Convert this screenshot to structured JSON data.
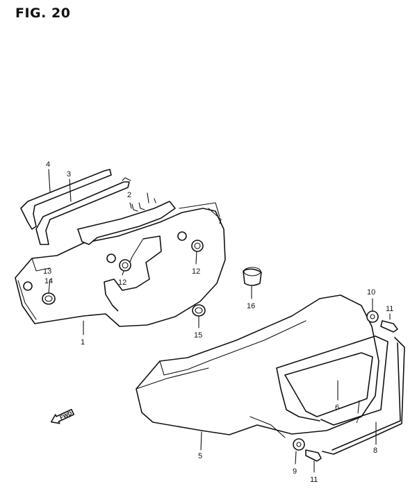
{
  "figure": {
    "title": "FIG. 20"
  },
  "callouts": {
    "p1": "1",
    "p2": "2",
    "p3": "3",
    "p4": "4",
    "p5": "5",
    "p6": "6",
    "p7": "7",
    "p8": "8",
    "p9": "9",
    "p10": "10",
    "p11a": "11",
    "p11b": "11",
    "p12a": "12",
    "p12b": "12",
    "p13": "13",
    "p14": "14",
    "p15": "15",
    "p16": "16"
  },
  "direction_marker": {
    "label": "FWD",
    "icon": "arrow-left-icon"
  }
}
